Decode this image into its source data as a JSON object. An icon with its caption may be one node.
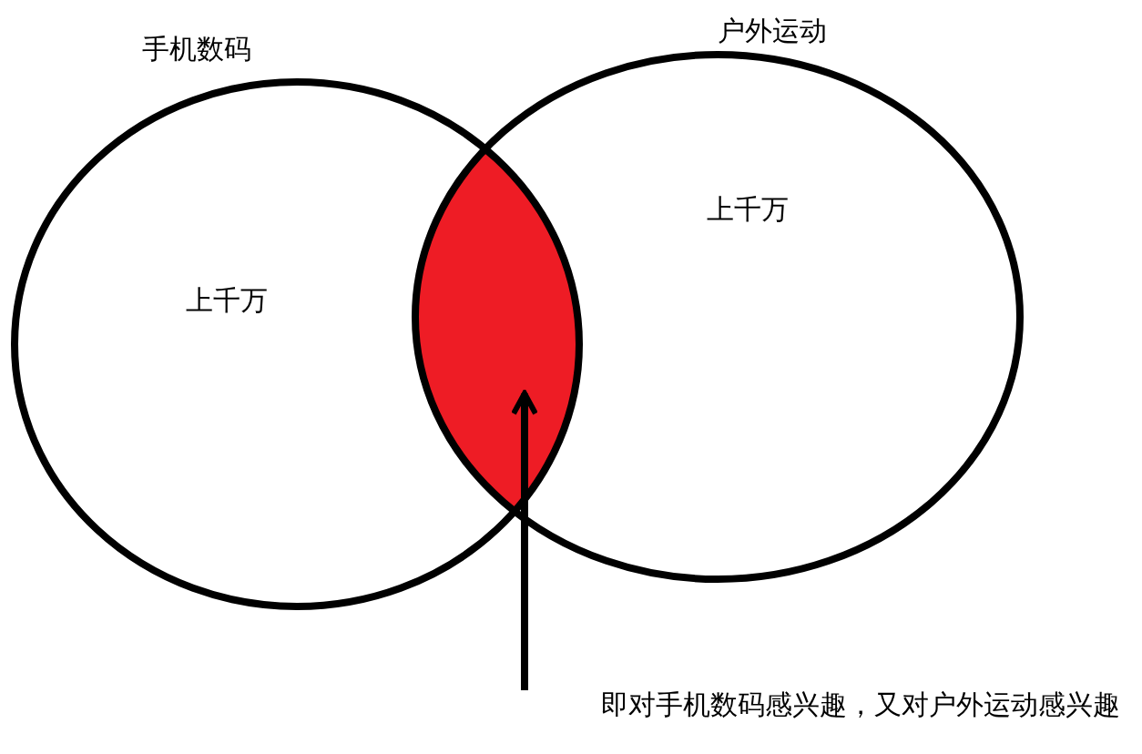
{
  "diagram": {
    "nodes": [
      {
        "text": [
          "手机数码",
          "上千万"
        ]
      },
      {
        "text": [
          "户外运动",
          "上千万"
        ]
      },
      {
        "text": [],
        "shape": "lens"
      },
      {
        "text": [
          "即对手机数码感兴趣，又对户外运动感兴趣"
        ]
      }
    ],
    "edges": [
      {
        "from": 3,
        "to": 2,
        "arrow": "to"
      }
    ]
  }
}
